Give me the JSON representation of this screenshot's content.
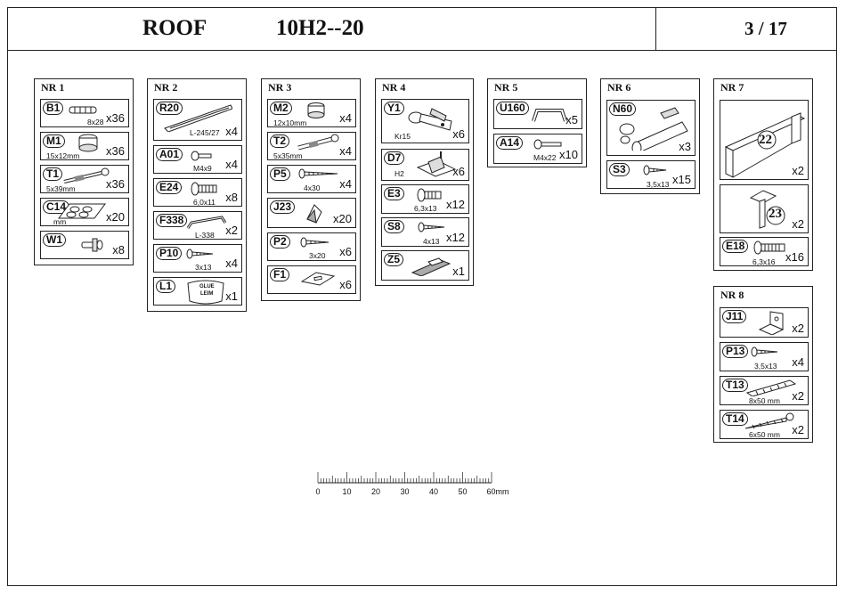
{
  "header": {
    "title": "ROOF",
    "model": "10H2--20",
    "page": "3 / 17"
  },
  "groups": [
    {
      "name": "NR 1",
      "items": [
        {
          "code": "B1",
          "dim": "8x28",
          "qty": "x36",
          "icon": "dowel-icon"
        },
        {
          "code": "M1",
          "dim": "15x12mm",
          "qty": "x36",
          "icon": "cam-lock-icon"
        },
        {
          "code": "T1",
          "dim": "5x39mm",
          "qty": "x36",
          "icon": "cam-bolt-icon"
        },
        {
          "code": "C14",
          "dim": "mm",
          "qty": "x20",
          "icon": "felt-pads-icon"
        },
        {
          "code": "W1",
          "dim": "",
          "qty": "x8",
          "icon": "shelf-pin-icon"
        }
      ]
    },
    {
      "name": "NR 2",
      "items": [
        {
          "code": "R20",
          "dim": "L-245/27",
          "qty": "x4",
          "icon": "rail-icon"
        },
        {
          "code": "A01",
          "dim": "M4x9",
          "qty": "x4",
          "icon": "bolt-icon"
        },
        {
          "code": "E24",
          "dim": "6,0x11",
          "qty": "x8",
          "icon": "euro-screw-icon"
        },
        {
          "code": "F338",
          "dim": "L-338",
          "qty": "x2",
          "icon": "hanger-rod-icon"
        },
        {
          "code": "P10",
          "dim": "3x13",
          "qty": "x4",
          "icon": "screw-icon"
        },
        {
          "code": "L1",
          "dim": "",
          "qty": "x1",
          "icon": "glue-icon",
          "label1": "GLUE",
          "label2": "LEIM"
        }
      ]
    },
    {
      "name": "NR 3",
      "items": [
        {
          "code": "M2",
          "dim": "12x10mm",
          "qty": "x4",
          "icon": "cam-lock-icon"
        },
        {
          "code": "T2",
          "dim": "5x35mm",
          "qty": "x4",
          "icon": "cam-bolt-icon"
        },
        {
          "code": "P5",
          "dim": "4x30",
          "qty": "x4",
          "icon": "screw-icon"
        },
        {
          "code": "J23",
          "dim": "",
          "qty": "x20",
          "icon": "corner-bracket-icon"
        },
        {
          "code": "P2",
          "dim": "3x20",
          "qty": "x6",
          "icon": "screw-icon"
        },
        {
          "code": "F1",
          "dim": "",
          "qty": "x6",
          "icon": "plate-icon"
        }
      ]
    },
    {
      "name": "NR 4",
      "items": [
        {
          "code": "Y1",
          "dim": "Kr15",
          "qty": "x6",
          "icon": "hinge-icon"
        },
        {
          "code": "D7",
          "dim": "H2",
          "qty": "x6",
          "icon": "mounting-plate-icon"
        },
        {
          "code": "E3",
          "dim": "6,3x13",
          "qty": "x12",
          "icon": "euro-screw-icon"
        },
        {
          "code": "S8",
          "dim": "4x13",
          "qty": "x12",
          "icon": "screw-icon"
        },
        {
          "code": "Z5",
          "dim": "",
          "qty": "x1",
          "icon": "catch-icon"
        }
      ]
    },
    {
      "name": "NR 5",
      "items": [
        {
          "code": "U160",
          "dim": "",
          "qty": "x5",
          "icon": "handle-icon"
        },
        {
          "code": "A14",
          "dim": "M4x22",
          "qty": "x10",
          "icon": "bolt-icon"
        }
      ]
    },
    {
      "name": "NR 6",
      "items": [
        {
          "code": "N60",
          "dim": "",
          "qty": "x3",
          "icon": "rail-support-icon"
        },
        {
          "code": "S3",
          "dim": "3,5x13",
          "qty": "x15",
          "icon": "screw-icon"
        }
      ]
    },
    {
      "name": "NR 7",
      "items": [
        {
          "code": "",
          "dim": "",
          "qty": "x2",
          "icon": "frame-leg-icon",
          "num": "22"
        },
        {
          "code": "",
          "dim": "",
          "qty": "x2",
          "icon": "leg-icon",
          "num": "23"
        },
        {
          "code": "E18",
          "dim": "6,3x16",
          "qty": "x16",
          "icon": "euro-screw-icon"
        }
      ]
    },
    {
      "name": "NR 8",
      "items": [
        {
          "code": "J11",
          "dim": "",
          "qty": "x2",
          "icon": "angle-bracket-icon"
        },
        {
          "code": "P13",
          "dim": "3,5x13",
          "qty": "x4",
          "icon": "screw-icon"
        },
        {
          "code": "T13",
          "dim": "8x50 mm",
          "qty": "x2",
          "icon": "wall-plug-icon"
        },
        {
          "code": "T14",
          "dim": "6x50 mm",
          "qty": "x2",
          "icon": "wall-screw-icon"
        }
      ]
    }
  ],
  "ruler": {
    "labels": [
      "0",
      "10",
      "20",
      "30",
      "40",
      "50",
      "60mm"
    ]
  }
}
